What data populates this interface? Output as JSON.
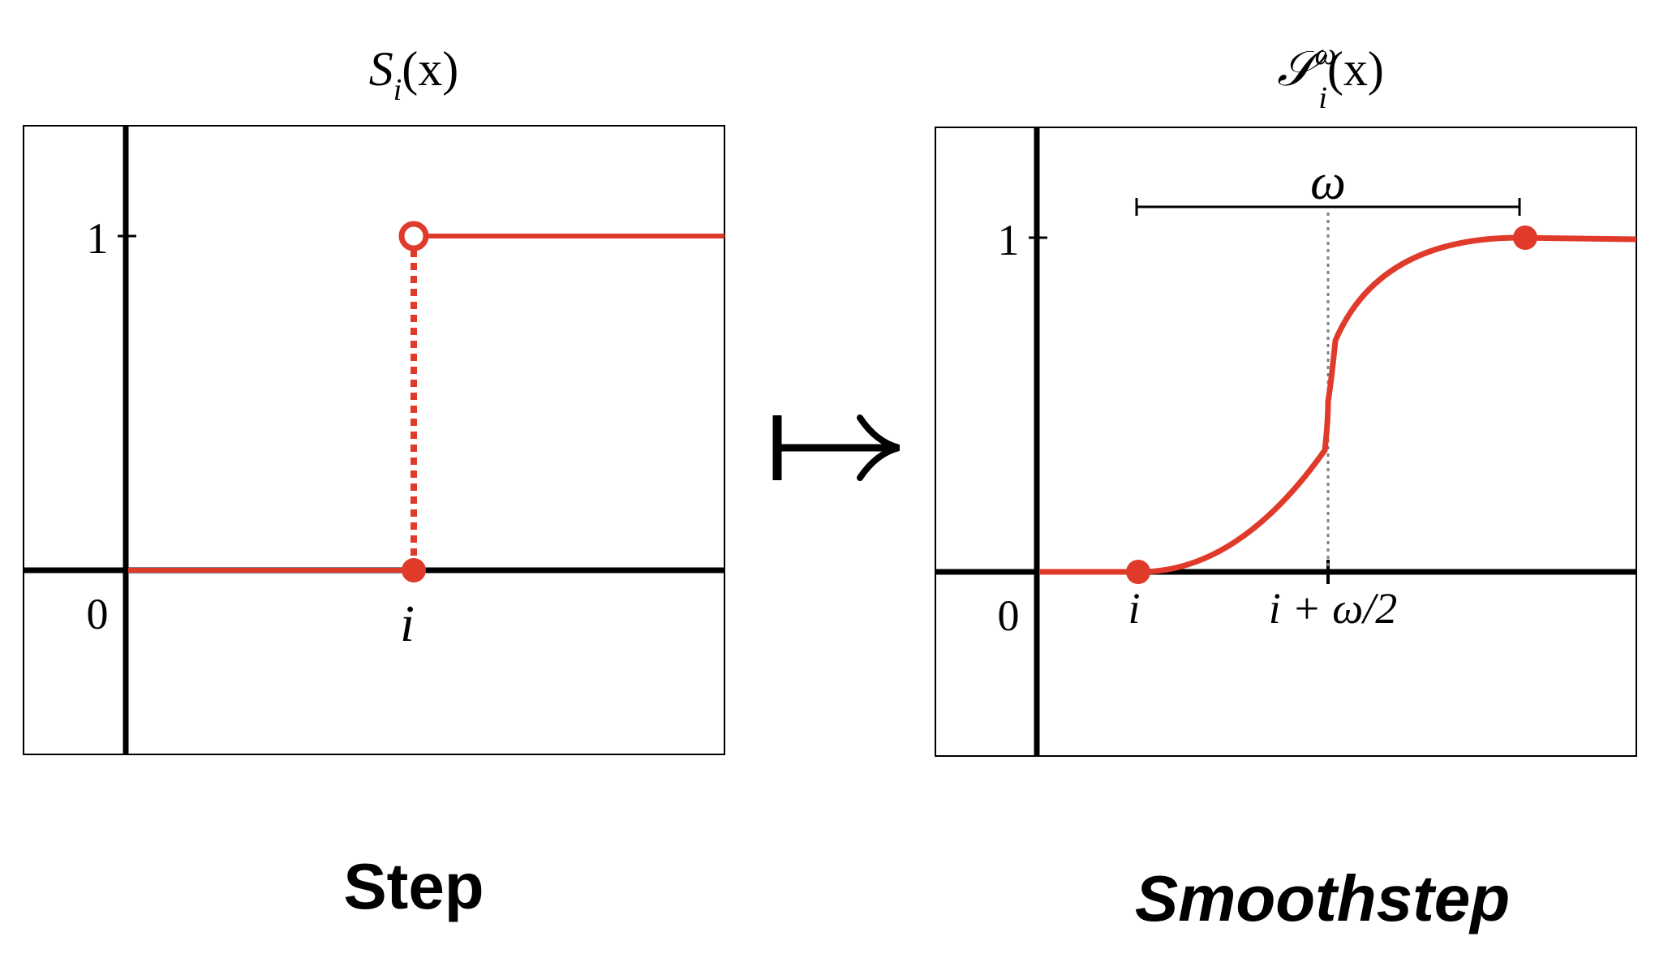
{
  "colors": {
    "curve": "#e03a2a",
    "axis": "#000000",
    "dotted": "#808080"
  },
  "left": {
    "title_base": "S",
    "title_sub": "i",
    "title_arg": "(x)",
    "y_tick_1": "1",
    "y_label_0": "0",
    "x_label_i": "i",
    "caption": "Step"
  },
  "right": {
    "title_base": "𝒮",
    "title_sup": "ω",
    "title_sub": "i",
    "title_arg": "(x)",
    "y_tick_1": "1",
    "y_label_0": "0",
    "x_label_i": "i",
    "x_label_mid": "i + ω/2",
    "width_label": "ω",
    "caption": "Smoothstep"
  },
  "arrow_symbol": "mapsto-arrow"
}
